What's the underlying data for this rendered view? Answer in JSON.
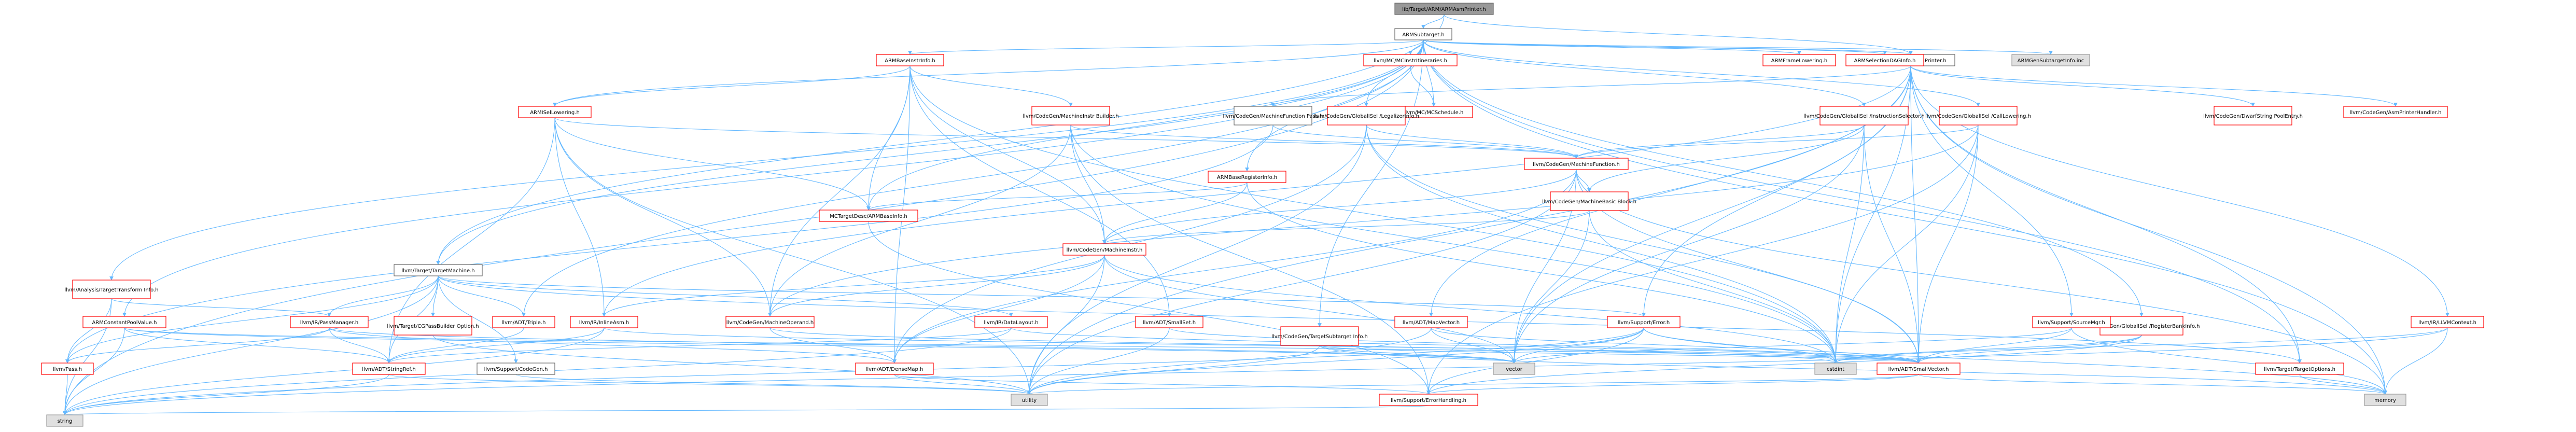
{
  "graph": {
    "nodes": [
      {
        "id": "root",
        "label": "lib/Target/ARM/ARMAsmPrinter.h",
        "style": "root"
      },
      {
        "id": "armsubtarget",
        "label": "ARMSubtarget.h",
        "style": "plain"
      },
      {
        "id": "asmprinter",
        "label": "llvm/CodeGen/AsmPrinter.h",
        "style": "plain"
      },
      {
        "id": "targetmachine",
        "label": "llvm/Target/TargetMachine.h",
        "style": "plain"
      },
      {
        "id": "targettransforminfo",
        "label": "llvm/Analysis/TargetTransform Info.h",
        "style": "red"
      },
      {
        "id": "armconstantpool",
        "label": "ARMConstantPoolValue.h",
        "style": "red"
      },
      {
        "id": "armbaseinstrinfo",
        "label": "ARMBaseInstrInfo.h",
        "style": "red"
      },
      {
        "id": "armisellowering",
        "label": "ARMISelLowering.h",
        "style": "red"
      },
      {
        "id": "armbaseregisterinfo",
        "label": "ARMBaseRegisterInfo.h",
        "style": "red"
      },
      {
        "id": "mctargetdesc",
        "label": "MCTargetDesc/ARMBaseInfo.h",
        "style": "red"
      },
      {
        "id": "machineinstrbuilder",
        "label": "llvm/CodeGen/MachineInstr Builder.h",
        "style": "red"
      },
      {
        "id": "mcinstrItineraries",
        "label": "llvm/MC/MCInstrItineraries.h",
        "style": "red"
      },
      {
        "id": "mcschedule",
        "label": "llvm/MC/MCSchedule.h",
        "style": "red"
      },
      {
        "id": "machinefunctionpass",
        "label": "llvm/CodeGen/MachineFunction Pass.h",
        "style": "plain"
      },
      {
        "id": "legalizerinfo",
        "label": "llvm/CodeGen/GlobalISel /LegalizerInfo.h",
        "style": "red"
      },
      {
        "id": "instructionselector",
        "label": "llvm/CodeGen/GlobalISel /InstructionSelector.h",
        "style": "red"
      },
      {
        "id": "calllowering",
        "label": "llvm/CodeGen/GlobalISel /CallLowering.h",
        "style": "red"
      },
      {
        "id": "armframelowering",
        "label": "ARMFrameLowering.h",
        "style": "red"
      },
      {
        "id": "armselectiondag",
        "label": "ARMSelectionDAGInfo.h",
        "style": "red"
      },
      {
        "id": "armgensubtargetinfo",
        "label": "ARMGenSubtargetInfo.inc",
        "style": "gray"
      },
      {
        "id": "dwarfstringpool",
        "label": "llvm/CodeGen/DwarfString PoolEntry.h",
        "style": "red"
      },
      {
        "id": "asmprinterhandler",
        "label": "llvm/CodeGen/AsmPrinterHandler.h",
        "style": "red"
      },
      {
        "id": "machinefunction",
        "label": "llvm/CodeGen/MachineFunction.h",
        "style": "red"
      },
      {
        "id": "machinebasicblock",
        "label": "llvm/CodeGen/MachineBasic Block.h",
        "style": "red"
      },
      {
        "id": "machineinstr",
        "label": "llvm/CodeGen/MachineInstr.h",
        "style": "red"
      },
      {
        "id": "machineoperand",
        "label": "llvm/CodeGen/MachineOperand.h",
        "style": "red"
      },
      {
        "id": "targetsubtarget",
        "label": "llvm/CodeGen/TargetSubtarget Info.h",
        "style": "red"
      },
      {
        "id": "registerbankinfo",
        "label": "llvm/CodeGen/GlobalISel /RegisterBankInfo.h",
        "style": "red"
      },
      {
        "id": "llvmcontext",
        "label": "llvm/IR/LLVMContext.h",
        "style": "red"
      },
      {
        "id": "sourcemgr",
        "label": "llvm/Support/SourceMgr.h",
        "style": "red"
      },
      {
        "id": "inlineasm",
        "label": "llvm/IR/InlineAsm.h",
        "style": "red"
      },
      {
        "id": "datalayout",
        "label": "llvm/IR/DataLayout.h",
        "style": "red"
      },
      {
        "id": "smallset",
        "label": "llvm/ADT/SmallSet.h",
        "style": "red"
      },
      {
        "id": "mapvector",
        "label": "llvm/ADT/MapVector.h",
        "style": "red"
      },
      {
        "id": "supporterror",
        "label": "llvm/Support/Error.h",
        "style": "red"
      },
      {
        "id": "passmanager",
        "label": "llvm/IR/PassManager.h",
        "style": "red"
      },
      {
        "id": "cgpassbuilder",
        "label": "llvm/Target/CGPassBuilder Option.h",
        "style": "red"
      },
      {
        "id": "triple",
        "label": "llvm/ADT/Triple.h",
        "style": "red"
      },
      {
        "id": "targetoptions",
        "label": "llvm/Target/TargetOptions.h",
        "style": "red"
      },
      {
        "id": "pass",
        "label": "llvm/Pass.h",
        "style": "red"
      },
      {
        "id": "stringref",
        "label": "llvm/ADT/StringRef.h",
        "style": "red"
      },
      {
        "id": "codegen",
        "label": "llvm/Support/CodeGen.h",
        "style": "plain"
      },
      {
        "id": "densemap",
        "label": "llvm/ADT/DenseMap.h",
        "style": "red"
      },
      {
        "id": "smallvector",
        "label": "llvm/ADT/SmallVector.h",
        "style": "red"
      },
      {
        "id": "errorhandling",
        "label": "llvm/Support/ErrorHandling.h",
        "style": "red"
      },
      {
        "id": "vector",
        "label": "vector",
        "style": "gray"
      },
      {
        "id": "cstdint",
        "label": "cstdint",
        "style": "gray"
      },
      {
        "id": "utility",
        "label": "utility",
        "style": "gray"
      },
      {
        "id": "memory",
        "label": "memory",
        "style": "gray"
      },
      {
        "id": "string",
        "label": "string",
        "style": "gray"
      }
    ]
  }
}
